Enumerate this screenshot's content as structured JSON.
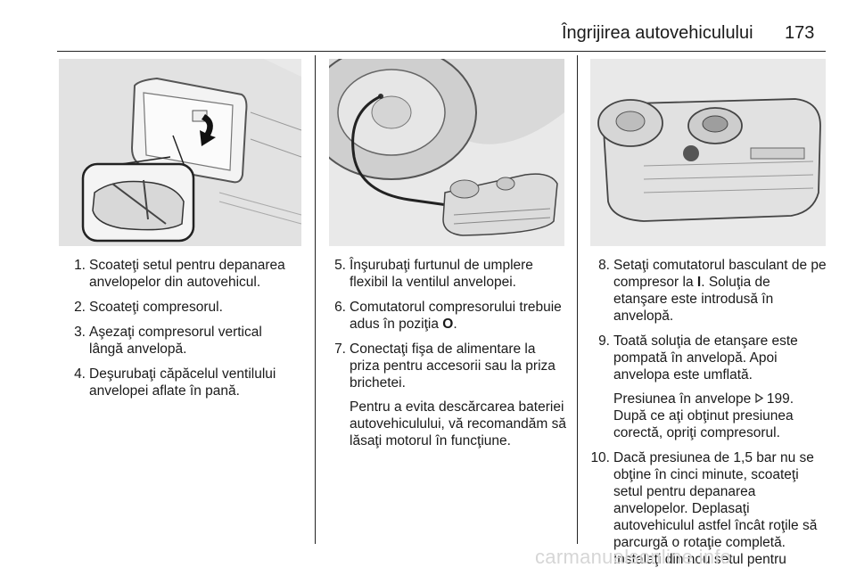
{
  "header": {
    "title": "Îngrijirea autovehiculului",
    "page_number": "173"
  },
  "column1": {
    "steps": [
      {
        "num": "1.",
        "text": "Scoateţi setul pentru depanarea anvelopelor din autovehicul."
      },
      {
        "num": "2.",
        "text": "Scoateţi compresorul."
      },
      {
        "num": "3.",
        "text": "Aşezaţi compresorul vertical lângă anvelopă."
      },
      {
        "num": "4.",
        "text": "Deşurubaţi căpăcelul ventilului anvelopei aflate în pană."
      }
    ]
  },
  "column2": {
    "steps": [
      {
        "num": "5.",
        "text": "Înşurubaţi furtunul de umplere flexibil la ventilul anvelopei."
      },
      {
        "num": "6.",
        "text": "Comutatorul compresorului trebuie adus în poziţia",
        "symbol": "O",
        "after": "."
      },
      {
        "num": "7.",
        "text": "Conectaţi fişa de alimentare la priza pentru accesorii sau la priza brichetei."
      }
    ],
    "note": "Pentru a evita descărcarea bateriei autovehiculului, vă recomandăm să lăsaţi motorul în funcţiune."
  },
  "column3": {
    "step8": {
      "num": "8.",
      "text": "Setaţi comutatorul basculant de pe compresor la",
      "symbol": "I",
      "after": ". Soluţia de etanşare este introdusă în anvelopă."
    },
    "step9": {
      "num": "9.",
      "text": "Toată soluţia de etanşare este pompată în anvelopă. Apoi anvelopa este umflată."
    },
    "pressure_note": {
      "text": "Presiunea în anvelope",
      "ref_icon": "triangle-reference-icon",
      "ref_page": "199",
      "after": ". După ce aţi obţinut presiunea corectă, opriţi compresorul."
    },
    "step10": {
      "num": "10.",
      "text": "Dacă presiunea de 1,5 bar nu se obţine în cinci minute, scoateţi setul pentru depanarea anvelopelor. Deplasaţi autovehiculul astfel încât roţile să parcurgă o rotaţie completă. Instalaţi din nou setul pentru"
    }
  },
  "watermark": "carmanualsonline.info"
}
